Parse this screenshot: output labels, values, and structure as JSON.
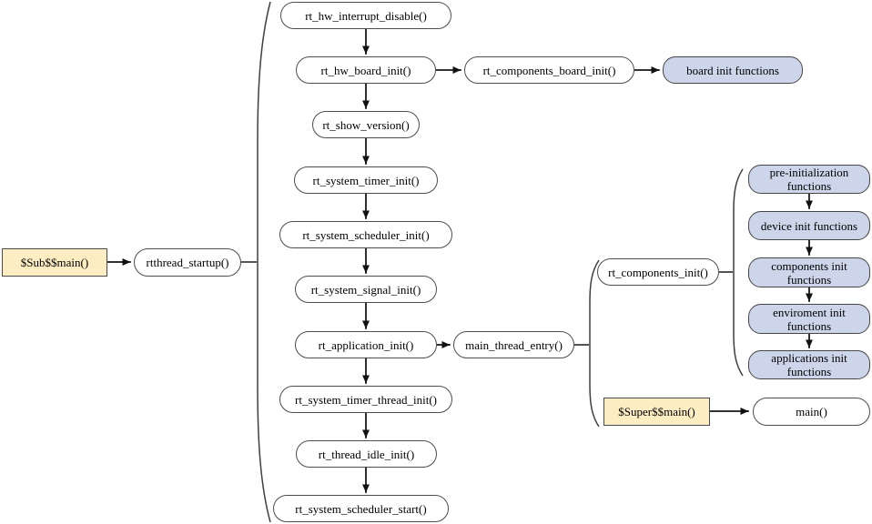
{
  "colors": {
    "background": "#ffffff",
    "node_fill": "#ffffff",
    "group_fill": "#ccd5ea",
    "entry_fill": "#fcedc2",
    "border": "#4d4d4d",
    "line": "#3f3f3f",
    "arrowhead": "#111111"
  },
  "nodes": {
    "sub_main": {
      "label": "$Sub$$main()"
    },
    "rtthread_startup": {
      "label": "rtthread_startup()"
    },
    "rt_hw_interrupt_disable": {
      "label": "rt_hw_interrupt_disable()"
    },
    "rt_hw_board_init": {
      "label": "rt_hw_board_init()"
    },
    "rt_components_board_init": {
      "label": "rt_components_board_init()"
    },
    "board_init_functions": {
      "label": "board init functions"
    },
    "rt_show_version": {
      "label": "rt_show_version()"
    },
    "rt_system_timer_init": {
      "label": "rt_system_timer_init()"
    },
    "rt_system_scheduler_init": {
      "label": "rt_system_scheduler_init()"
    },
    "rt_system_signal_init": {
      "label": "rt_system_signal_init()"
    },
    "rt_application_init": {
      "label": "rt_application_init()"
    },
    "main_thread_entry": {
      "label": "main_thread_entry()"
    },
    "rt_components_init": {
      "label": "rt_components_init()"
    },
    "pre_initialization_functions": {
      "label": "pre-initialization functions"
    },
    "device_init_functions": {
      "label": "device init functions"
    },
    "components_init_functions": {
      "label": "components init functions"
    },
    "enviroment_init_functions": {
      "label": "enviroment init functions"
    },
    "applications_init_functions": {
      "label": "applications init functions"
    },
    "rt_system_timer_thread_init": {
      "label": "rt_system_timer_thread_init()"
    },
    "rt_thread_idle_init": {
      "label": "rt_thread_idle_init()"
    },
    "rt_system_scheduler_start": {
      "label": "rt_system_scheduler_start()"
    },
    "super_main": {
      "label": "$Super$$main()"
    },
    "main": {
      "label": "main()"
    }
  },
  "edges": [
    {
      "from": "sub_main",
      "to": "rtthread_startup",
      "arrow": true
    },
    {
      "from": "rtthread_startup",
      "to": "startup-brace",
      "arrow": false
    },
    {
      "from": "rt_hw_interrupt_disable",
      "to": "rt_hw_board_init",
      "arrow": true
    },
    {
      "from": "rt_hw_board_init",
      "to": "rt_components_board_init",
      "arrow": true
    },
    {
      "from": "rt_components_board_init",
      "to": "board_init_functions",
      "arrow": true
    },
    {
      "from": "rt_hw_board_init",
      "to": "rt_show_version",
      "arrow": true
    },
    {
      "from": "rt_show_version",
      "to": "rt_system_timer_init",
      "arrow": true
    },
    {
      "from": "rt_system_timer_init",
      "to": "rt_system_scheduler_init",
      "arrow": true
    },
    {
      "from": "rt_system_scheduler_init",
      "to": "rt_system_signal_init",
      "arrow": true
    },
    {
      "from": "rt_system_signal_init",
      "to": "rt_application_init",
      "arrow": true
    },
    {
      "from": "rt_application_init",
      "to": "main_thread_entry",
      "arrow": true
    },
    {
      "from": "main_thread_entry",
      "to": "entry-brace",
      "arrow": false
    },
    {
      "from": "rt_components_init",
      "to": "components-brace",
      "arrow": false
    },
    {
      "from": "pre_initialization_functions",
      "to": "device_init_functions",
      "arrow": true
    },
    {
      "from": "device_init_functions",
      "to": "components_init_functions",
      "arrow": true
    },
    {
      "from": "components_init_functions",
      "to": "enviroment_init_functions",
      "arrow": true
    },
    {
      "from": "enviroment_init_functions",
      "to": "applications_init_functions",
      "arrow": true
    },
    {
      "from": "rt_application_init",
      "to": "rt_system_timer_thread_init",
      "arrow": true
    },
    {
      "from": "rt_system_timer_thread_init",
      "to": "rt_thread_idle_init",
      "arrow": true
    },
    {
      "from": "rt_thread_idle_init",
      "to": "rt_system_scheduler_start",
      "arrow": true
    },
    {
      "from": "super_main",
      "to": "main",
      "arrow": true
    }
  ]
}
